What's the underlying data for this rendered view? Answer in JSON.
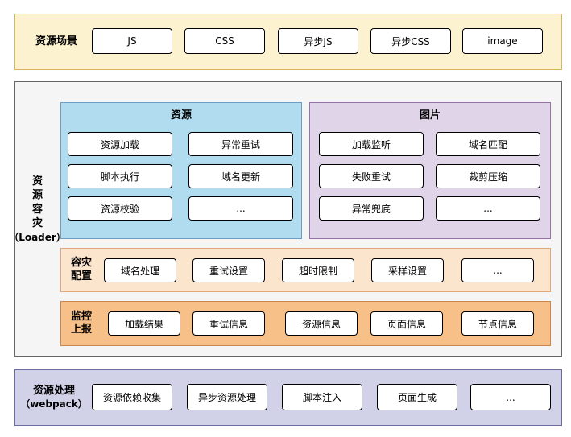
{
  "scene": {
    "title": "资源场景",
    "items": [
      "JS",
      "CSS",
      "异步JS",
      "异步CSS",
      "image"
    ]
  },
  "loader": {
    "title_lines": [
      "资",
      "源",
      "容",
      "灾",
      "（Loader）"
    ],
    "resource": {
      "title": "资源",
      "items": [
        "资源加载",
        "异常重试",
        "脚本执行",
        "域名更新",
        "资源校验",
        "..."
      ]
    },
    "image": {
      "title": "图片",
      "items": [
        "加载监听",
        "域名匹配",
        "失败重试",
        "裁剪压缩",
        "异常兜底",
        "..."
      ]
    },
    "config": {
      "title_lines": [
        "容灾",
        "配置"
      ],
      "items": [
        "域名处理",
        "重试设置",
        "超时限制",
        "采样设置",
        "..."
      ]
    },
    "monitor": {
      "title_lines": [
        "监控",
        "上报"
      ],
      "items": [
        "加载结果",
        "重试信息",
        "资源信息",
        "页面信息",
        "节点信息"
      ]
    }
  },
  "webpack": {
    "title_lines": [
      "资源处理",
      "（webpack）"
    ],
    "items": [
      "资源依赖收集",
      "异步资源处理",
      "脚本注入",
      "页面生成",
      "..."
    ]
  },
  "colors": {
    "scene_fill": "#fdf2cf",
    "loader_fill": "#f5f5f5",
    "resource_fill": "#b1dbef",
    "image_fill": "#e0d4e8",
    "config_fill": "#fce5cd",
    "monitor_fill": "#f7c089",
    "webpack_fill": "#d1d1e8"
  }
}
